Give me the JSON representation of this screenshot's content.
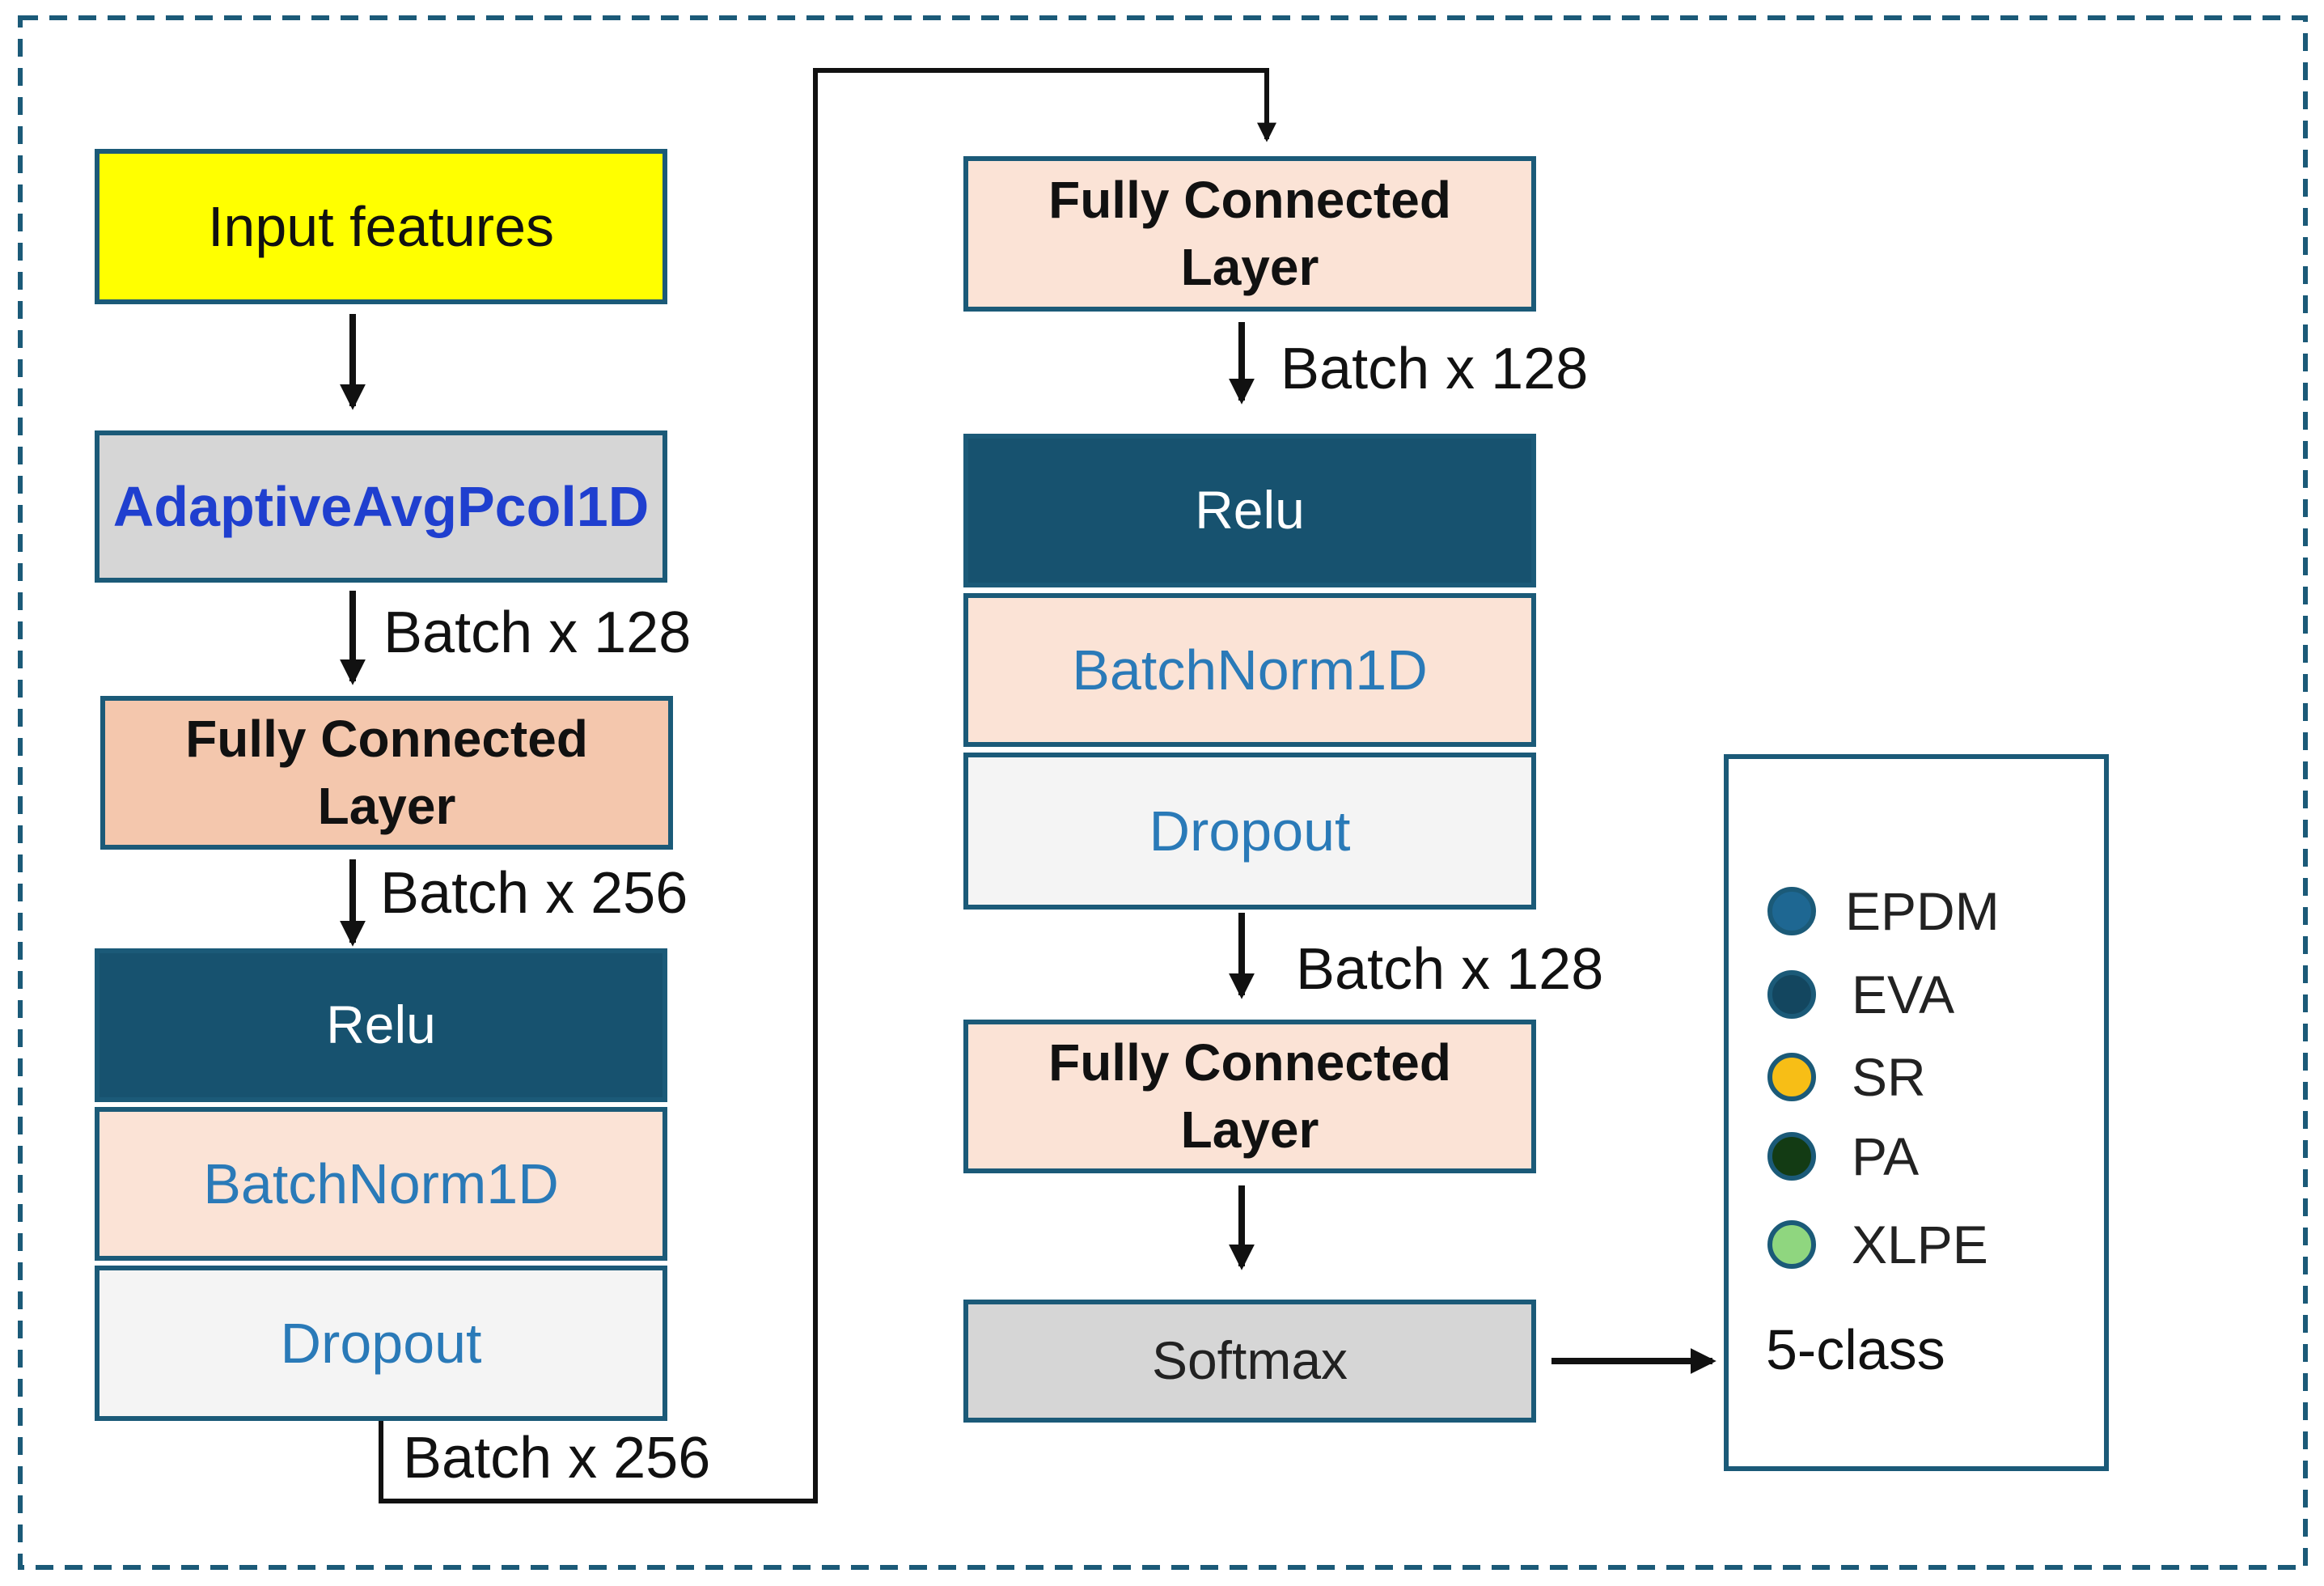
{
  "colors": {
    "border": "#1b5a78",
    "input_yellow": "#ffff00",
    "pool_grey": "#d6d6d6",
    "fc_salmon": "#f4c7ad",
    "fc_peach": "#fbe3d6",
    "relu_teal": "#17526f",
    "dropout_white": "#f4f4f4",
    "softmax_grey": "#d6d6d6",
    "blue_text": "#2a7ab8",
    "pool_text": "#1f3fcf"
  },
  "left_column": {
    "input": "Input features",
    "pool": "AdaptiveAvgPcol1D",
    "edge1": "Batch x 128",
    "fc_line1": "Fully Connected",
    "fc_line2": "Layer",
    "edge2": "Batch x 256",
    "relu": "Relu",
    "batchnorm": "BatchNorm1D",
    "dropout": "Dropout",
    "edge3": "Batch x 256"
  },
  "right_column": {
    "fc1_line1": "Fully Connected",
    "fc1_line2": "Layer",
    "edge1": "Batch x 128",
    "relu": "Relu",
    "batchnorm": "BatchNorm1D",
    "dropout": "Dropout",
    "edge2": "Batch x 128",
    "fc2_line1": "Fully Connected",
    "fc2_line2": "Layer",
    "softmax": "Softmax"
  },
  "legend": {
    "items": [
      {
        "label": "EPDM",
        "color": "#1e6792"
      },
      {
        "label": "EVA",
        "color": "#13465f"
      },
      {
        "label": "SR",
        "color": "#f7be16"
      },
      {
        "label": "PA",
        "color": "#133b14"
      },
      {
        "label": "XLPE",
        "color": "#8fd67f"
      }
    ],
    "caption": "5-class"
  }
}
